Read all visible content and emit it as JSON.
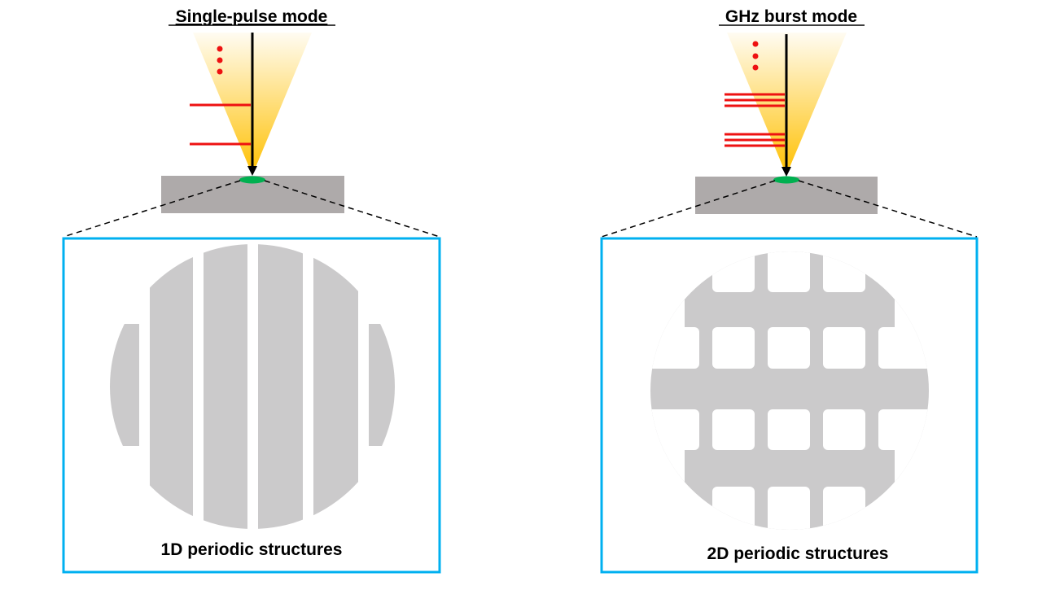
{
  "left_panel": {
    "title": "Single-pulse mode",
    "caption": "1D periodic structures"
  },
  "right_panel": {
    "title": "GHz burst mode",
    "caption": "2D periodic structures"
  },
  "colors": {
    "pulse": "#ee1111",
    "beam": "#ffc000",
    "substrate": "#aeaaaa",
    "spot": "#00b050",
    "frame": "#00b0f0",
    "structure": "#cbcacb"
  }
}
